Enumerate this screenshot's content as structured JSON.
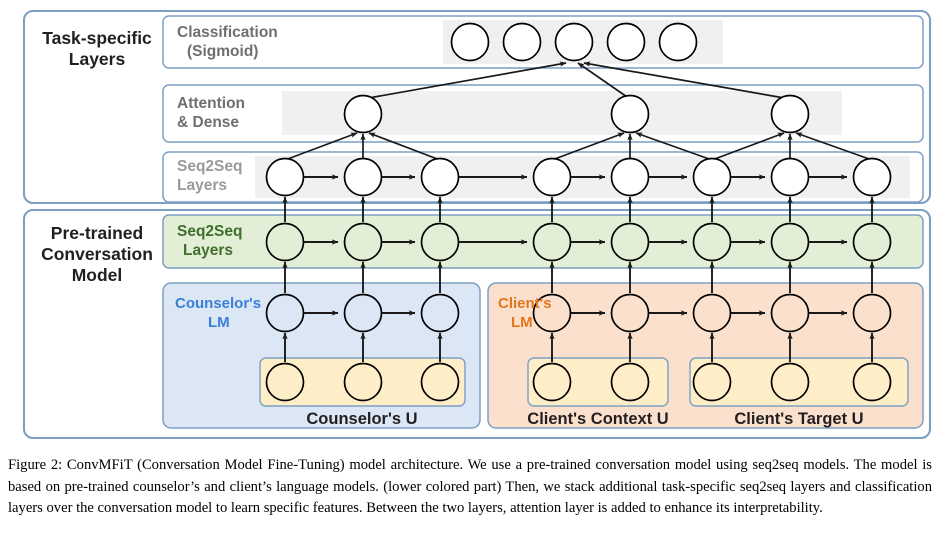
{
  "figure": {
    "panels": [
      {
        "id": "task-specific",
        "label": "Task-specific\nLayers",
        "label_line1": "Task-specific",
        "label_line2": "Layers"
      },
      {
        "id": "pretrained",
        "label_line1": "Pre-trained",
        "label_line2": "Conversation",
        "label_line3": "Model"
      }
    ],
    "rows": [
      {
        "id": "classification",
        "label_line1": "Classification",
        "label_line2": "(Sigmoid)",
        "label_color": "#6f6f6f",
        "node_count": 5,
        "node_fill": "#ffffff"
      },
      {
        "id": "attention-dense",
        "label_line1": "Attention",
        "label_line2": "& Dense",
        "label_color": "#6f6f6f",
        "node_count": 3,
        "node_fill": "#ffffff"
      },
      {
        "id": "task-seq2seq",
        "label_line1": "Seq2Seq",
        "label_line2": "Layers",
        "label_color": "#9a9a9a",
        "node_count": 8,
        "node_fill": "#ffffff"
      },
      {
        "id": "conv-seq2seq",
        "label_line1": "Seq2Seq",
        "label_line2": "Layers",
        "label_color": "#3f6f2a",
        "node_count": 8,
        "node_fill": "#e2eed6"
      },
      {
        "id": "counselor-lm",
        "label_line1": "Counselor's",
        "label_line2": "LM",
        "label_color": "#3a7fd5",
        "node_count": 3,
        "node_fill": "#dbe7f5"
      },
      {
        "id": "client-lm",
        "label_line1": "Client's",
        "label_line2": "LM",
        "label_color": "#e2761b",
        "node_count": 5,
        "node_fill": "#fbe0ce"
      }
    ],
    "input_groups": [
      {
        "id": "counselor-u",
        "caption": "Counselor's U",
        "node_count": 3
      },
      {
        "id": "client-context-u",
        "caption": "Client's Context U",
        "node_count": 2
      },
      {
        "id": "client-target-u",
        "caption": "Client's Target U",
        "node_count": 3
      }
    ],
    "colors": {
      "panel_border": "#7d9fc4",
      "row_border": "#7d9fc4",
      "band_gray": "#f0f0f0",
      "green_block": "#e2eed6",
      "blue_block": "#dbe7f5",
      "peach_block": "#fbe0ce",
      "yellow_block": "#fdeec8",
      "node_stroke": "#000000",
      "arrow": "#1a1a1a",
      "counselor_label": "#3a7fd5",
      "client_label": "#e2761b",
      "seq2seq_green_label": "#3f6f2a",
      "gray_label": "#8a8a8a",
      "dark_text": "#231f20"
    }
  },
  "caption": {
    "text": "Figure 2:  ConvMFiT (Conversation Model Fine-Tuning) model architecture.  We use a pre-trained conversation model using seq2seq models. The model is based on pre-trained counselor’s and client’s language models. (lower colored part) Then, we stack additional task-specific seq2seq layers and classification layers over the conversation model to learn specific features. Between the two layers, attention layer is added to enhance its interpretability."
  }
}
